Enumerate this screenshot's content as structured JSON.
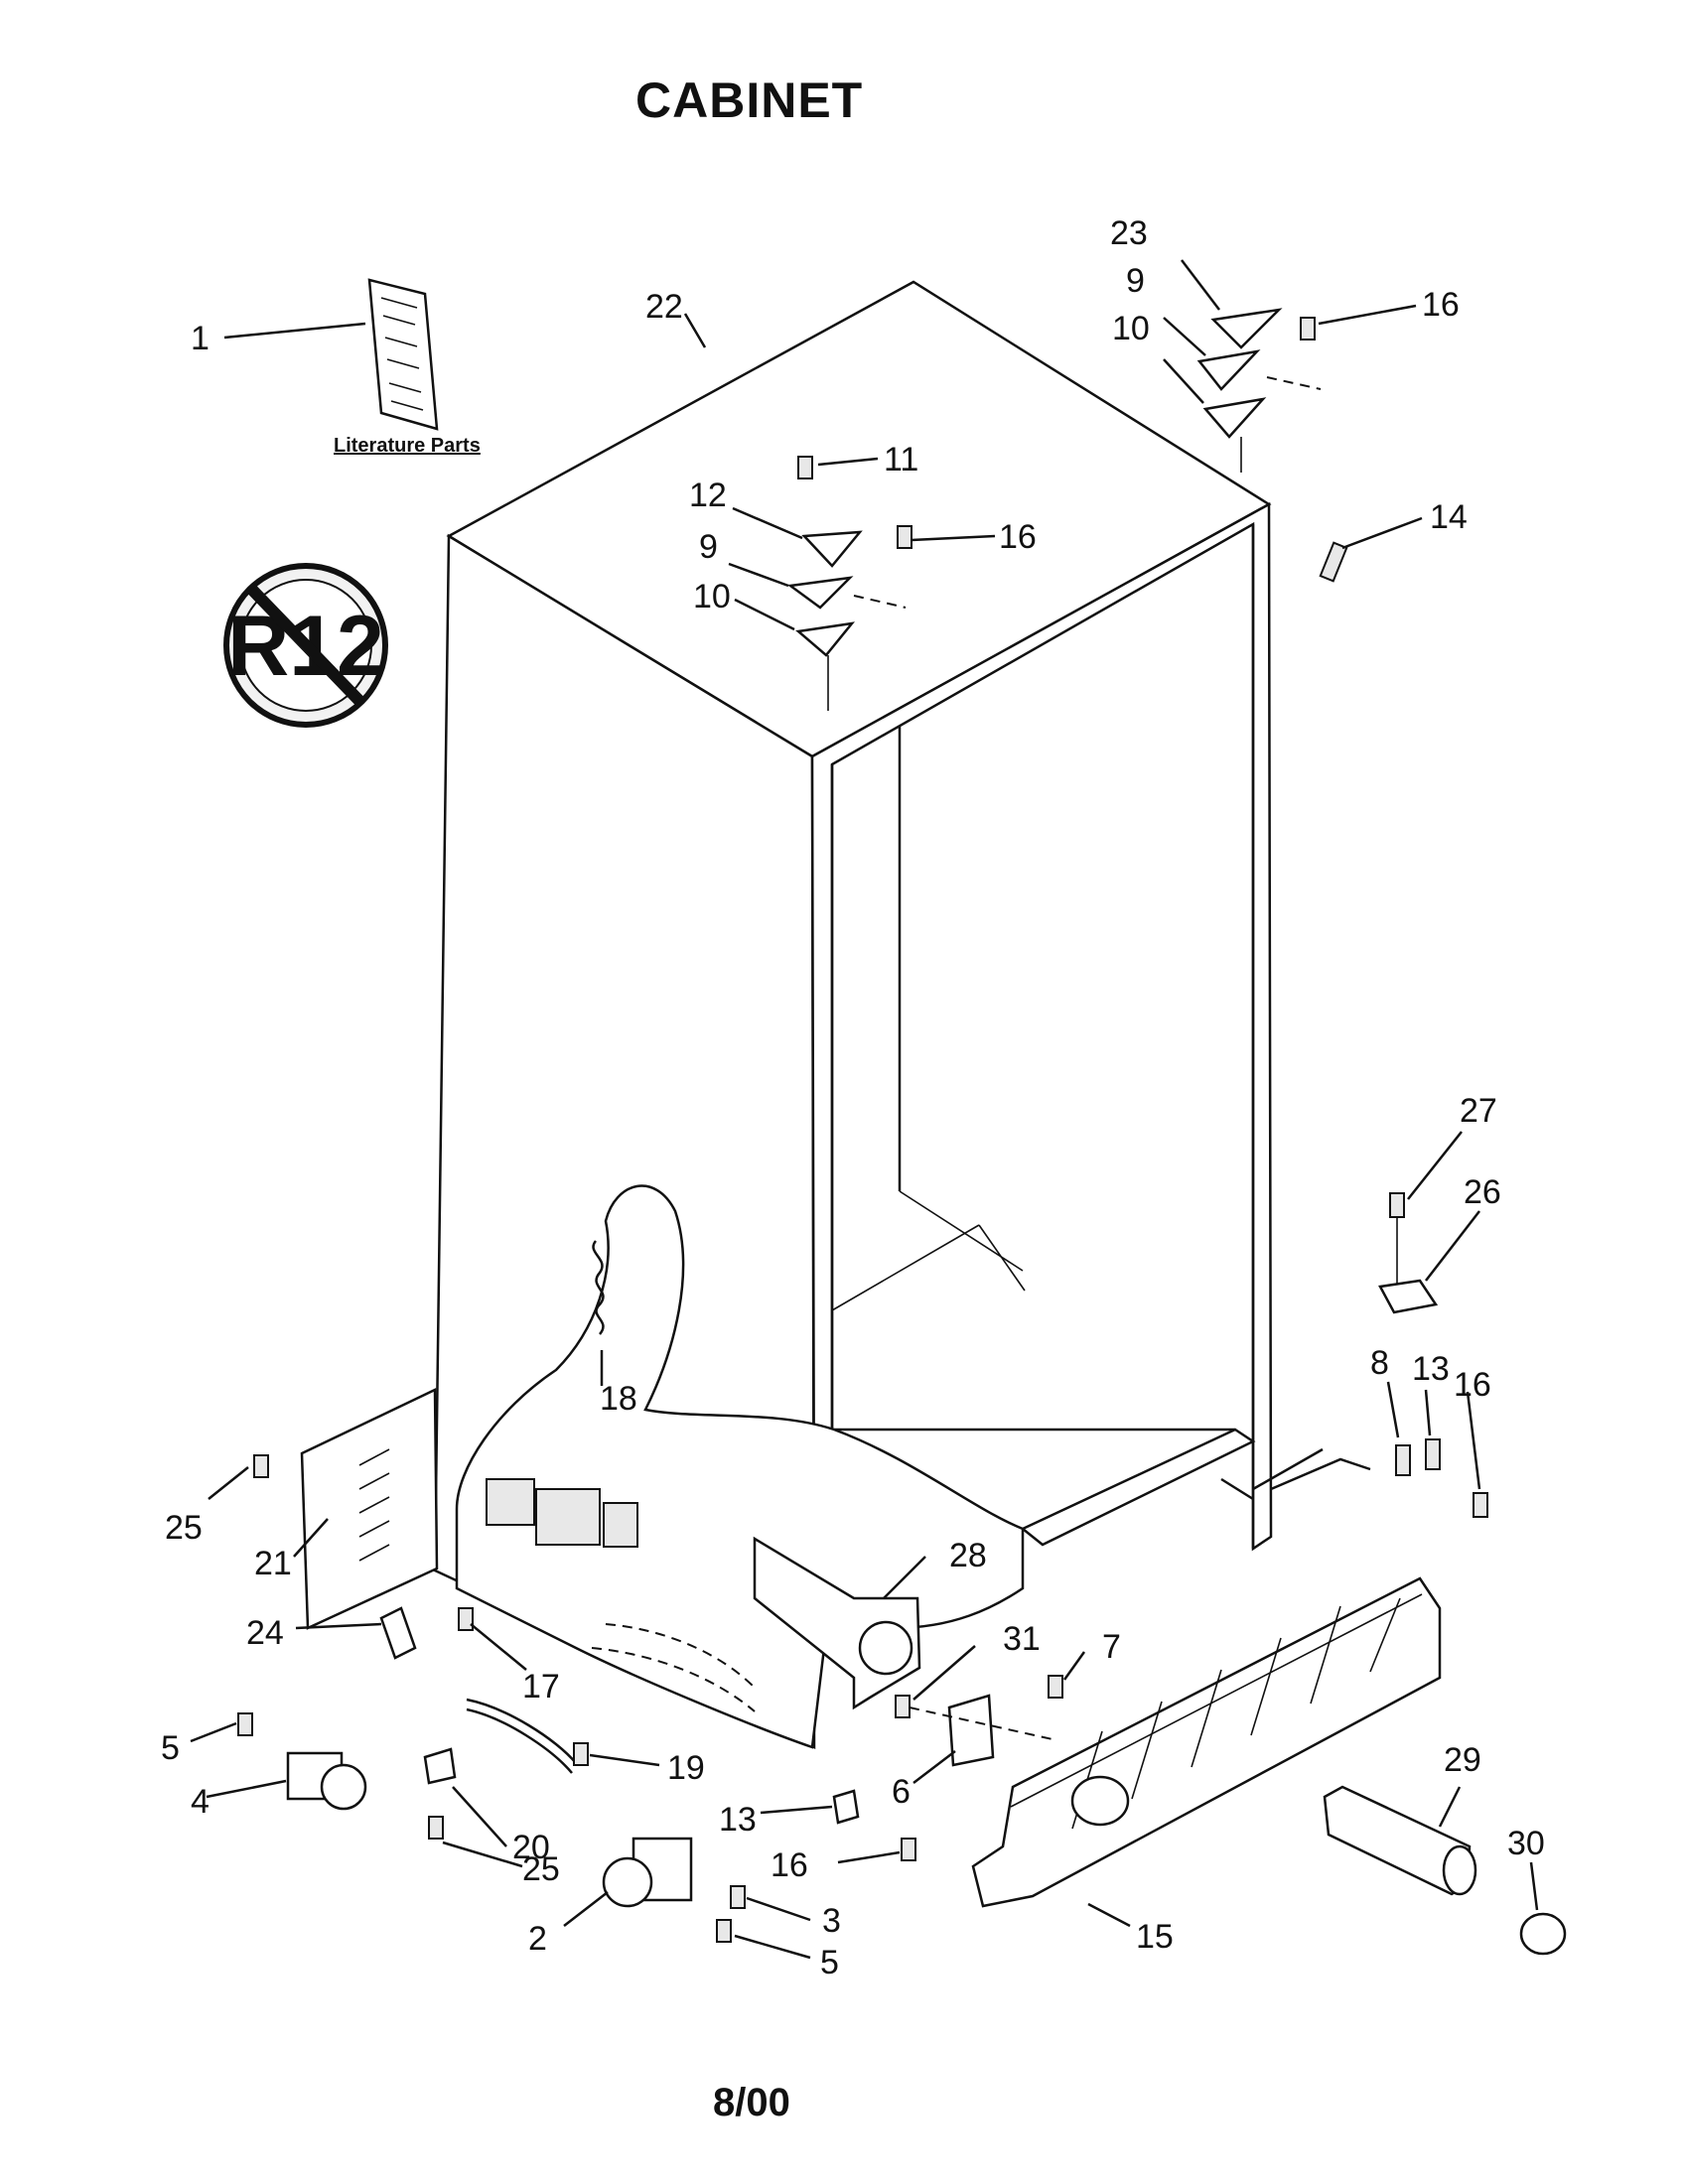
{
  "title": "CABINET",
  "literature_caption": "Literature Parts",
  "footer": "8/00",
  "r12_symbol_text": "R12",
  "callouts": [
    {
      "id": "c1",
      "label": "1"
    },
    {
      "id": "c22",
      "label": "22"
    },
    {
      "id": "c23",
      "label": "23"
    },
    {
      "id": "c9a",
      "label": "9"
    },
    {
      "id": "c10a",
      "label": "10"
    },
    {
      "id": "c16a",
      "label": "16"
    },
    {
      "id": "c11",
      "label": "11"
    },
    {
      "id": "c12",
      "label": "12"
    },
    {
      "id": "c16b",
      "label": "16"
    },
    {
      "id": "c9b",
      "label": "9"
    },
    {
      "id": "c10b",
      "label": "10"
    },
    {
      "id": "c14",
      "label": "14"
    },
    {
      "id": "c27",
      "label": "27"
    },
    {
      "id": "c26",
      "label": "26"
    },
    {
      "id": "c8",
      "label": "8"
    },
    {
      "id": "c13a",
      "label": "13"
    },
    {
      "id": "c16c",
      "label": "16"
    },
    {
      "id": "c18",
      "label": "18"
    },
    {
      "id": "c25a",
      "label": "25"
    },
    {
      "id": "c21",
      "label": "21"
    },
    {
      "id": "c28",
      "label": "28"
    },
    {
      "id": "c24",
      "label": "24"
    },
    {
      "id": "c17",
      "label": "17"
    },
    {
      "id": "c31",
      "label": "31"
    },
    {
      "id": "c7",
      "label": "7"
    },
    {
      "id": "c5a",
      "label": "5"
    },
    {
      "id": "c19",
      "label": "19"
    },
    {
      "id": "c6",
      "label": "6"
    },
    {
      "id": "c29",
      "label": "29"
    },
    {
      "id": "c4",
      "label": "4"
    },
    {
      "id": "c20",
      "label": "20"
    },
    {
      "id": "c13b",
      "label": "13"
    },
    {
      "id": "c30",
      "label": "30"
    },
    {
      "id": "c25b",
      "label": "25"
    },
    {
      "id": "c16d",
      "label": "16"
    },
    {
      "id": "c3",
      "label": "3"
    },
    {
      "id": "c2",
      "label": "2"
    },
    {
      "id": "c5b",
      "label": "5"
    },
    {
      "id": "c15",
      "label": "15"
    }
  ]
}
